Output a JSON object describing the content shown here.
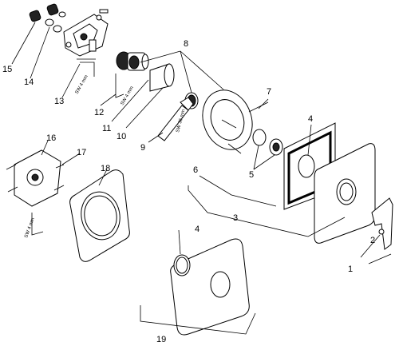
{
  "labels": {
    "p1": "1",
    "p2": "2",
    "p3": "3",
    "p4a": "4",
    "p4b": "4",
    "p5": "5",
    "p6": "6",
    "p7": "7",
    "p8": "8",
    "p9": "9",
    "p10": "10",
    "p11": "11",
    "p12": "12",
    "p13": "13",
    "p14": "14",
    "p15": "15",
    "p16": "16",
    "p17": "17",
    "p18": "18",
    "p19": "19"
  },
  "tool_labels": {
    "sw4_a": "SW 4 mm",
    "sw4_b": "SW 4 mm",
    "sw36": "SW 36 mm",
    "sw4_c": "SW 4 mm"
  }
}
